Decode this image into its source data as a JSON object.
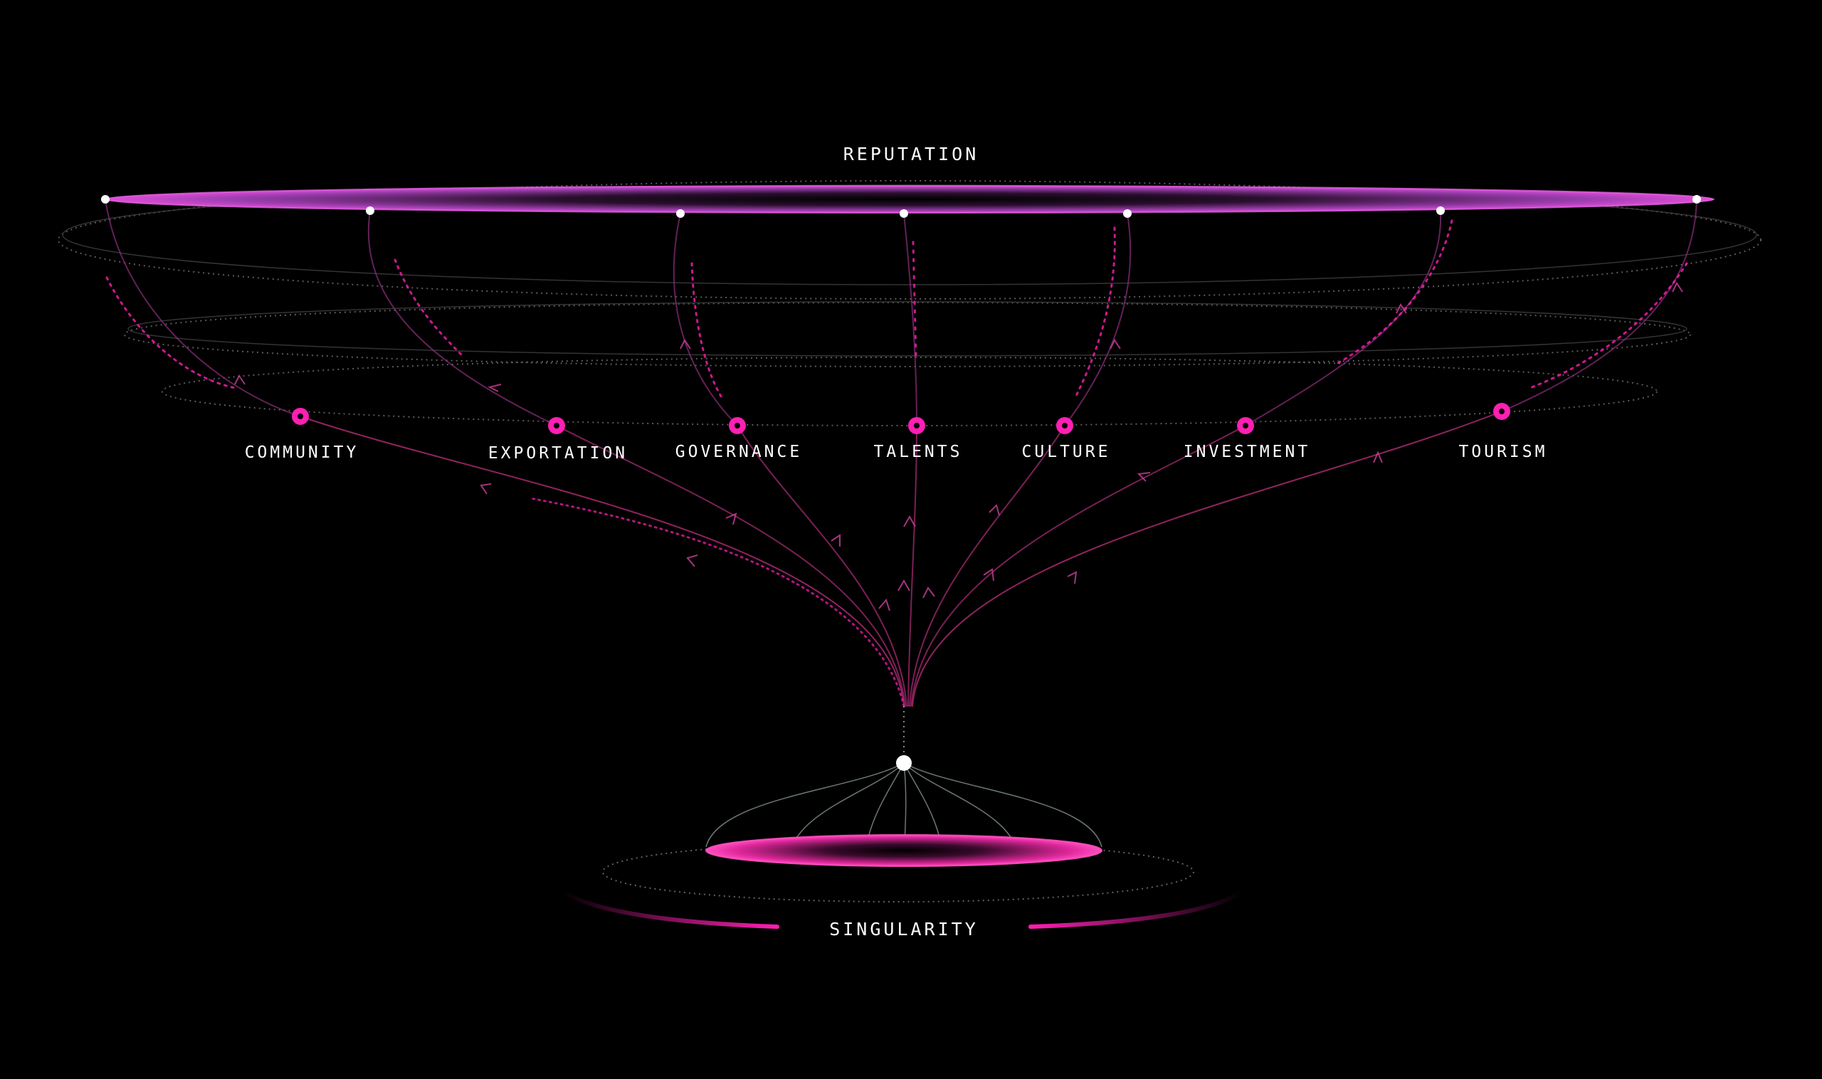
{
  "top_label": "REPUTATION",
  "bottom_label": "SINGULARITY",
  "nodes": [
    {
      "id": "community",
      "label": "COMMUNITY"
    },
    {
      "id": "exportation",
      "label": "EXPORTATION"
    },
    {
      "id": "governance",
      "label": "GOVERNANCE"
    },
    {
      "id": "talents",
      "label": "TALENTS"
    },
    {
      "id": "culture",
      "label": "CULTURE"
    },
    {
      "id": "investment",
      "label": "INVESTMENT"
    },
    {
      "id": "tourism",
      "label": "TOURISM"
    }
  ],
  "colors": {
    "background": "#000000",
    "accent": "#ff1fb4",
    "accent_soft": "#c63fd6",
    "line_dim": "#8a8a8a",
    "text": "#ffffff"
  }
}
